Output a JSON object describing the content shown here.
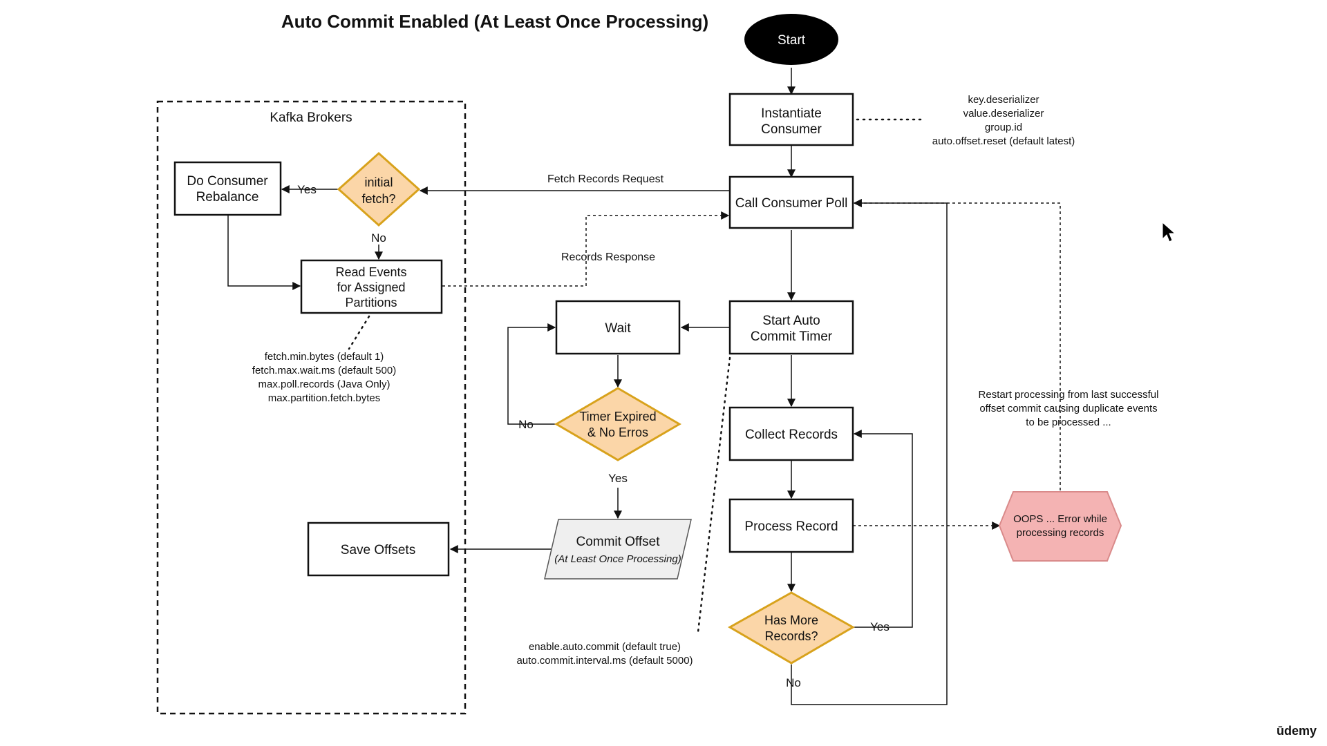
{
  "title": "Auto Commit Enabled (At Least Once Processing)",
  "group": {
    "label": "Kafka Brokers"
  },
  "nodes": {
    "start": "Start",
    "instantiate_consumer": [
      "Instantiate",
      "Consumer"
    ],
    "call_consumer_poll": "Call Consumer Poll",
    "start_auto_commit_timer": [
      "Start Auto",
      "Commit Timer"
    ],
    "wait": "Wait",
    "timer_expired": [
      "Timer Expired",
      "& No Erros"
    ],
    "collect_records": "Collect Records",
    "process_record": "Process Record",
    "has_more_records": [
      "Has More",
      "Records?"
    ],
    "commit_offset": {
      "title": "Commit Offset",
      "subtitle": "(At Least Once Processing)"
    },
    "save_offsets": "Save Offsets",
    "do_consumer_rebalance": [
      "Do Consumer",
      "Rebalance"
    ],
    "initial_fetch": [
      "initial",
      "fetch?"
    ],
    "read_events": [
      "Read Events",
      "for Assigned",
      "Partitions"
    ],
    "error": [
      "OOPS ... Error while",
      "processing records"
    ]
  },
  "edge_labels": {
    "fetch_records_request": "Fetch Records Request",
    "records_response": "Records Response",
    "rebalance_yes": "Yes",
    "initial_fetch_no": "No",
    "timer_no": "No",
    "timer_yes": "Yes",
    "more_yes": "Yes",
    "more_no": "No"
  },
  "notes": {
    "consumer_config": [
      "key.deserializer",
      "value.deserializer",
      "group.id",
      "auto.offset.reset (default latest)"
    ],
    "fetch_config": [
      "fetch.min.bytes (default 1)",
      "fetch.max.wait.ms (default 500)",
      "max.poll.records (Java Only)",
      "max.partition.fetch.bytes"
    ],
    "commit_config": [
      "enable.auto.commit (default true)",
      "auto.commit.interval.ms (default 5000)"
    ],
    "restart": [
      "Restart processing from last successful",
      "offset commit causing duplicate events",
      "to be processed ..."
    ]
  },
  "watermark": "ūdemy",
  "colors": {
    "decision_fill": "#fbd6a8",
    "decision_stroke": "#d8a21c",
    "error_fill": "#f4b3b3",
    "commit_fill": "#efefef"
  }
}
